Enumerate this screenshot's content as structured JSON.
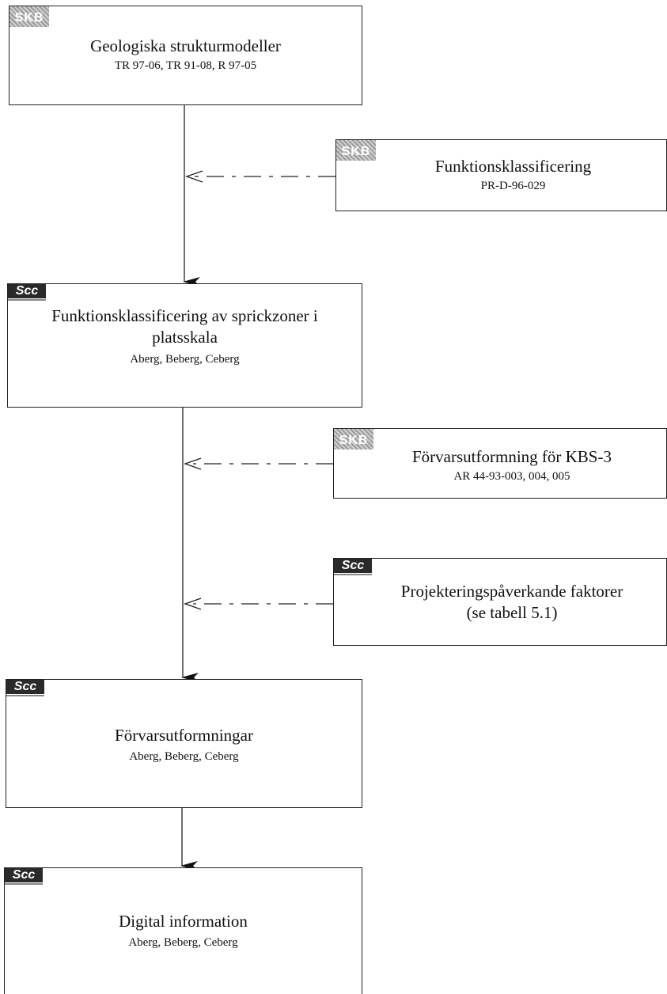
{
  "logos": {
    "skb": "SKB",
    "scc": "Scc"
  },
  "boxes": {
    "geo": {
      "title": "Geologiska strukturmodeller",
      "sub": "TR 97-06, TR 91-08, R 97-05"
    },
    "funk": {
      "title": "Funktionsklassificering",
      "sub": "PR-D-96-029"
    },
    "funk_zon": {
      "title_line1": "Funktionsklassificering av sprickzoner i",
      "title_line2": "platsskala",
      "sub": "Aberg, Beberg, Ceberg"
    },
    "forvar_kbs": {
      "title": "Förvarsutformning för KBS-3",
      "sub": "AR 44-93-003, 004, 005"
    },
    "projekt": {
      "title_line1": "Projekteringspåverkande faktorer",
      "title_line2": "(se tabell 5.1)"
    },
    "forvar": {
      "title": "Förvarsutformningar",
      "sub": "Aberg, Beberg, Ceberg"
    },
    "digital": {
      "title": "Digital information",
      "sub": "Aberg, Beberg, Ceberg"
    }
  }
}
